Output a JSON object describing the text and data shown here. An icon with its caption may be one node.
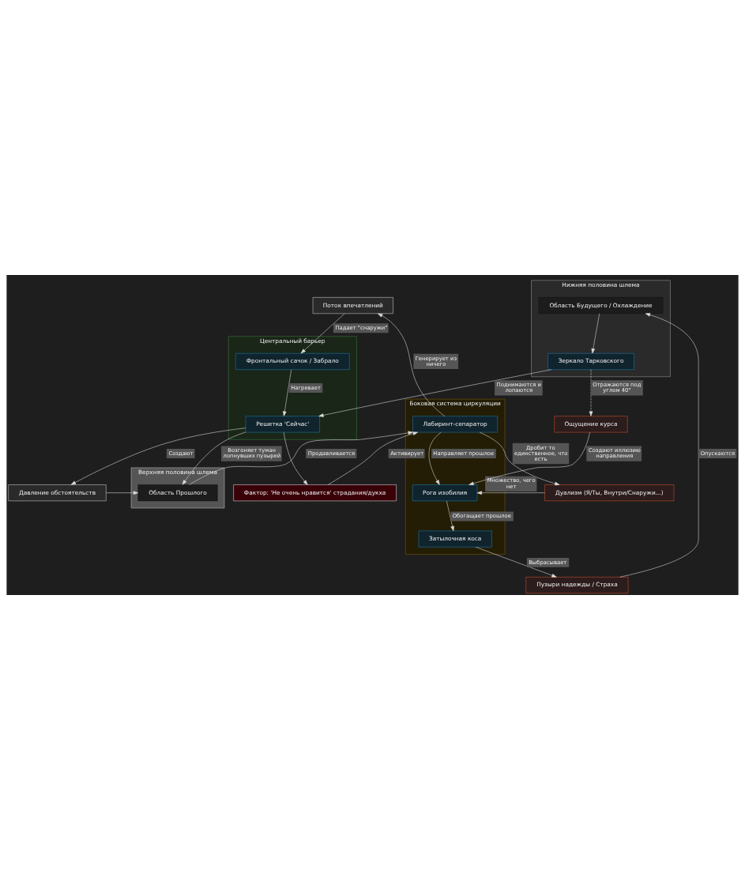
{
  "diagram": {
    "nodes": [
      {
        "text": [
          "Верхняя половина шлема"
        ]
      },
      {
        "text": [
          "Область Прошлого"
        ],
        "in": 0
      },
      {
        "text": [
          "Фактор: 'Не очень нравится' страдания/дукха"
        ]
      },
      {
        "text": [
          "Боковая система циркуляции"
        ]
      },
      {
        "text": [
          "Лабиринт-сепаратор"
        ],
        "in": 3
      },
      {
        "text": [
          "Рога изобилия"
        ],
        "in": 3
      },
      {
        "text": [
          "Затылочная коса"
        ],
        "in": 3
      },
      {
        "text": [
          "Дуализм (Я/Ты, Внутри/Снаружи...)"
        ]
      },
      {
        "text": [
          "Поток впечатлений"
        ]
      },
      {
        "text": [
          "Ощущение курса"
        ]
      },
      {
        "text": [
          "Пузыри надежды / Страха"
        ]
      },
      {
        "text": [
          "Центральный барьер"
        ]
      },
      {
        "text": [
          "Фронтальный сачок / Забрало"
        ],
        "in": 11
      },
      {
        "text": [
          "Решетка 'Сейчас'"
        ],
        "in": 11
      },
      {
        "text": [
          "Нижняя половина шлема"
        ]
      },
      {
        "text": [
          "Область Будущего / Охлаждение"
        ],
        "in": 14
      },
      {
        "text": [
          "Зеркало Тарковского"
        ],
        "in": 14
      },
      {
        "text": [
          "Давление обстоятельств"
        ]
      }
    ],
    "edges": [
      {
        "from": 1,
        "to": 4,
        "arrow": "to",
        "label": "Продавливается"
      },
      {
        "from": 2,
        "to": 4,
        "arrow": "to",
        "label": "Активирует"
      },
      {
        "from": 4,
        "to": 7,
        "arrow": "to",
        "label": "Дробит то единственное, что есть"
      },
      {
        "from": 4,
        "to": 5,
        "arrow": "to",
        "label": "Направляет прошлое"
      },
      {
        "from": 7,
        "to": 5,
        "arrow": "to",
        "label": "Множество, чего нет"
      },
      {
        "from": 4,
        "to": 8,
        "arrow": "to",
        "label": "Генерирует из ничего"
      },
      {
        "from": 5,
        "to": 6,
        "arrow": "to",
        "label": "Обогащает прошлое"
      },
      {
        "from": 9,
        "to": 5,
        "arrow": "to",
        "label": "Создают иллюзию направления"
      },
      {
        "from": 6,
        "to": 10,
        "arrow": "to",
        "label": "Выбрасывает"
      },
      {
        "from": 8,
        "to": 12,
        "arrow": "to",
        "label": "Падает \"снаружи\""
      },
      {
        "from": 12,
        "to": 13,
        "arrow": "to",
        "label": "Нагревает"
      },
      {
        "from": 13,
        "to": 2,
        "arrow": "to"
      },
      {
        "from": 10,
        "to": 15,
        "arrow": "to",
        "label": "Опускаются"
      },
      {
        "from": 15,
        "to": 16,
        "arrow": "to"
      },
      {
        "from": 16,
        "to": 9,
        "arrow": "to",
        "label": "Отражаются под углом 40°",
        "style": "dashed"
      },
      {
        "from": 16,
        "to": 13,
        "arrow": "to",
        "label": "Поднимаются и лопаются"
      },
      {
        "from": 13,
        "to": 17,
        "arrow": "to",
        "label": "Создают"
      },
      {
        "from": 13,
        "to": 1,
        "arrow": "to",
        "label": "Возгоняет туман лопнувших пузырей"
      },
      {
        "from": 17,
        "to": 1,
        "arrow": "to"
      }
    ]
  }
}
